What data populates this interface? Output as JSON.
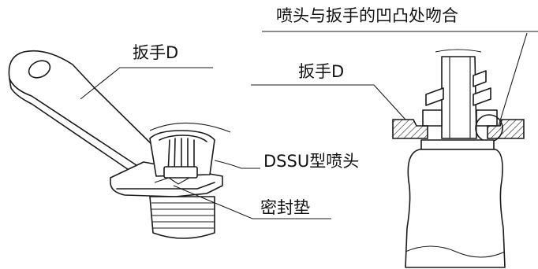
{
  "labels": {
    "wrench_left": "扳手D",
    "sprinkler": "DSSU型喷头",
    "gasket": "密封垫",
    "mating_note": "喷头与扳手的凹凸处吻合",
    "wrench_right": "扳手D"
  }
}
